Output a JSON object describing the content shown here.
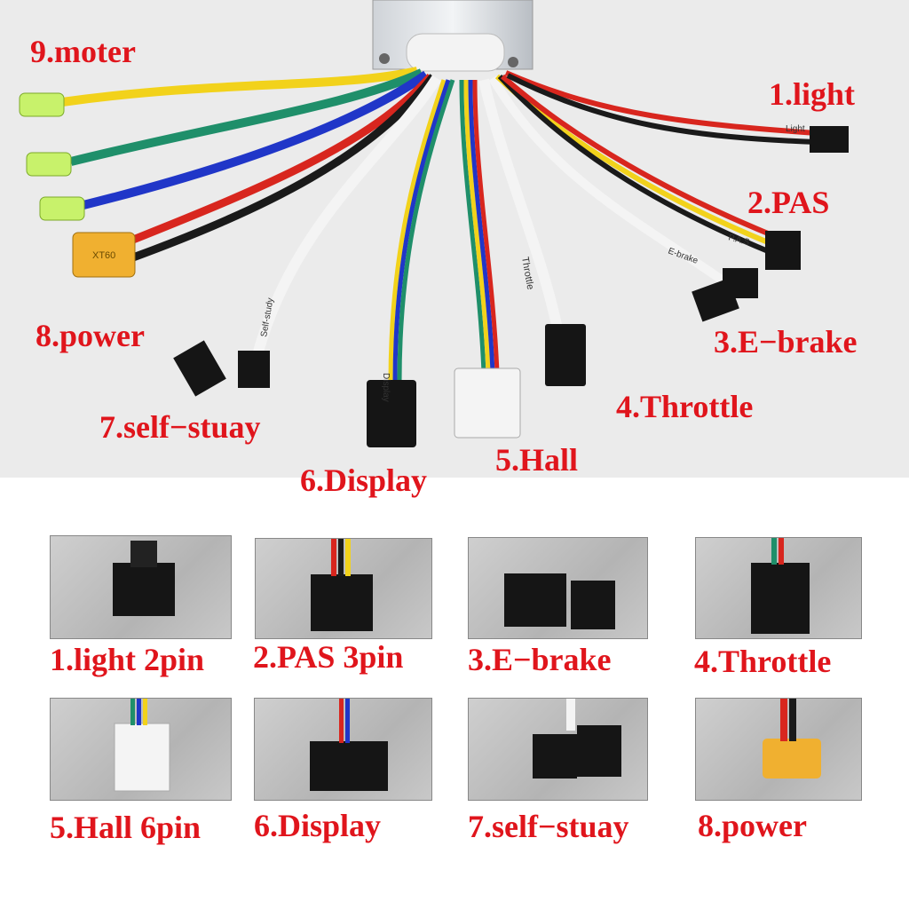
{
  "labels": {
    "light": "1.light",
    "pas": "2.PAS",
    "ebrake": "3.E−brake",
    "throttle": "4.Throttle",
    "hall": "5.Hall",
    "display": "6.Display",
    "self_study": "7.self−stuay",
    "power": "8.power",
    "motor": "9.moter"
  },
  "wire_tags": {
    "light": "Light",
    "pas": "P.A.S",
    "ebrake": "E-brake",
    "throttle": "Throttle",
    "display": "Display",
    "self_study": "Self-study",
    "power_plug": "XT60"
  },
  "wire_colors": {
    "yellow": "#f2d21b",
    "green": "#1f8f6a",
    "blue": "#2036c8",
    "red": "#d8261e",
    "black": "#1a1a1a",
    "white": "#f4f4f4",
    "orange": "#e35a1a",
    "connector": "#151515",
    "plug_yellow": "#f0b030"
  },
  "thumbnails": [
    {
      "caption": "1.light 2pin"
    },
    {
      "caption": "2.PAS 3pin"
    },
    {
      "caption": "3.E−brake"
    },
    {
      "caption": "4.Throttle"
    },
    {
      "caption": "5.Hall 6pin"
    },
    {
      "caption": "6.Display"
    },
    {
      "caption": "7.self−stuay"
    },
    {
      "caption": "8.power"
    }
  ],
  "label_color": "#e0151c"
}
